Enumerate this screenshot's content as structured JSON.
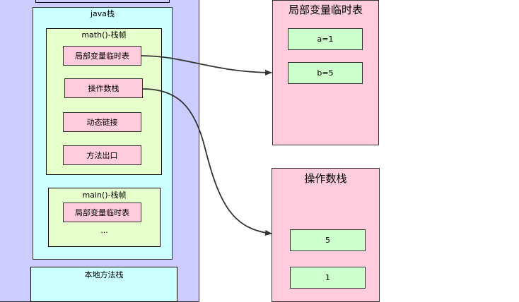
{
  "java_stack": {
    "title": "java栈",
    "math_frame": {
      "title": "math()-栈帧",
      "items": [
        "局部变量临时表",
        "操作数栈",
        "动态链接",
        "方法出口"
      ]
    },
    "main_frame": {
      "title": "main()-栈帧",
      "items": [
        "局部变量临时表",
        "..."
      ]
    }
  },
  "native_stack": {
    "title": "本地方法栈"
  },
  "local_var_table": {
    "title": "局部变量临时表",
    "entries": [
      "a=1",
      "b=5"
    ]
  },
  "operand_stack": {
    "title": "操作数栈",
    "entries": [
      "5",
      "1"
    ]
  },
  "colors": {
    "jvm_bg": "#ccccff",
    "java_stack_bg": "#ccffff",
    "frame_bg": "#e6ffcc",
    "pink": "#ffccdd",
    "green": "#ccffcc"
  }
}
